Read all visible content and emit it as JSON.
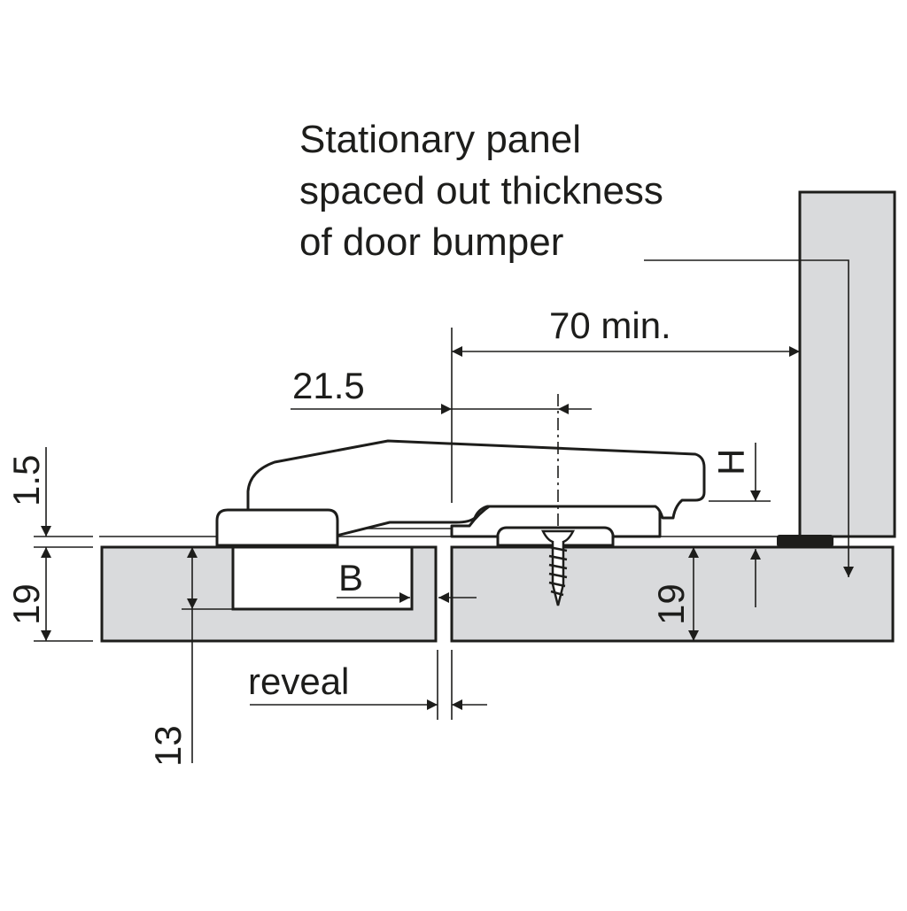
{
  "caption": {
    "line1": "Stationary panel",
    "line2": "spaced out thickness",
    "line3": "of door bumper"
  },
  "dimensions": {
    "min_distance": "70 min.",
    "cup_offset": "21.5",
    "height_h": "H",
    "overlay": "1.5",
    "door_thickness_left": "19",
    "door_thickness_right": "19",
    "cup_depth": "13",
    "dim_b": "B",
    "reveal": "reveal"
  },
  "colors": {
    "panel_fill": "#d9dadc",
    "line": "#1d1d1b",
    "bumper": "#1d1d1b"
  }
}
